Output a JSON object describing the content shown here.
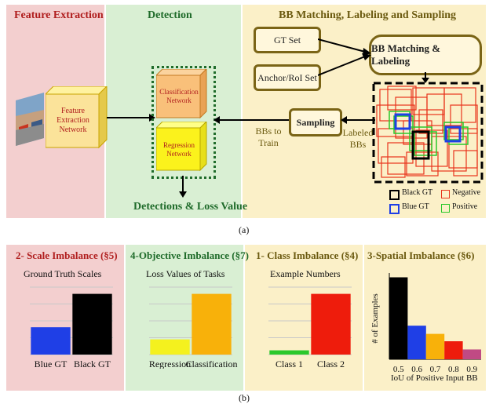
{
  "colors": {
    "pink_bg": "#f3cfcf",
    "green_bg": "#d9efd3",
    "yellow_bg": "#fbf0c8",
    "olive": "#7a6416",
    "red_title": "#b01e1e",
    "green_title": "#1f6b2a"
  },
  "part_a": {
    "feature_title": "Feature Extraction",
    "detection_title": "Detection",
    "matching_title": "BB Matching, Labeling and Sampling",
    "feature_network": "Feature Extraction Network",
    "classification_network": "Classification Network",
    "regression_network": "Regression Network",
    "detections_output": "Detections & Loss Value",
    "gt_set": "GT Set",
    "anchor_set": "Anchor/RoI Set",
    "matching_box": "BB Matching & Labeling",
    "sampling": "Sampling",
    "bbs_to_train": "BBs to Train",
    "labeled_bbs": "Labeled BBs",
    "legend": {
      "black_gt": "Black GT",
      "blue_gt": "Blue GT",
      "negative": "Negative",
      "positive": "Positive"
    },
    "caption": "(a)"
  },
  "part_b": {
    "caption": "(b)",
    "panels": [
      {
        "title": "2- Scale Imbalance (§5)",
        "subtitle": "Ground Truth Scales",
        "chart_data": {
          "type": "bar",
          "categories": [
            "Blue GT",
            "Black GT"
          ],
          "values": [
            0.45,
            1.0
          ],
          "colors": [
            "#1f3fe6",
            "#000000"
          ],
          "title": "Ground Truth Scales"
        }
      },
      {
        "title": "4-Objective Imbalance (§7)",
        "subtitle": "Loss Values of Tasks",
        "chart_data": {
          "type": "bar",
          "categories": [
            "Regression",
            "Classification"
          ],
          "values": [
            0.25,
            1.0
          ],
          "colors": [
            "#f4f11e",
            "#f8b10a"
          ],
          "title": "Loss Values of Tasks"
        }
      },
      {
        "title": "1- Class Imbalance (§4)",
        "subtitle": "Example Numbers",
        "chart_data": {
          "type": "bar",
          "categories": [
            "Class 1",
            "Class 2"
          ],
          "values": [
            0.07,
            1.0
          ],
          "colors": [
            "#2bc82b",
            "#ee1c0c"
          ],
          "title": "Example Numbers"
        }
      },
      {
        "title": "3-Spatial Imbalance (§6)",
        "ylabel": "# of Examples",
        "xlabel": "IoU of Positive Input BB",
        "chart_data": {
          "type": "bar",
          "categories": [
            "0.5",
            "0.6",
            "0.7",
            "0.8",
            "0.9"
          ],
          "values": [
            1.0,
            0.41,
            0.31,
            0.22,
            0.12
          ],
          "colors": [
            "#000000",
            "#1f3fe6",
            "#f8b10a",
            "#ee1c0c",
            "#c04a84"
          ],
          "ylabel": "# of Examples",
          "xlabel": "IoU of Positive Input BB"
        }
      }
    ]
  }
}
